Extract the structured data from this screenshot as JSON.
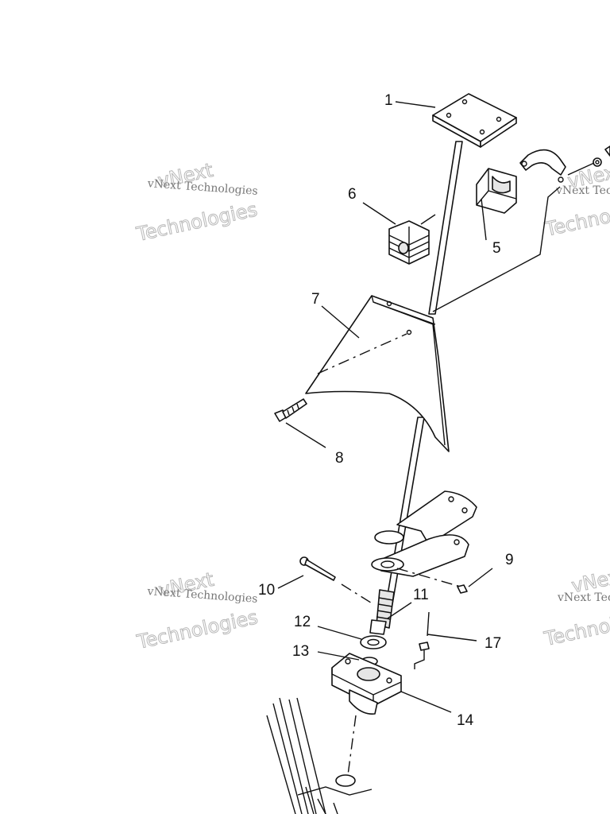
{
  "watermark": {
    "line1": "vNext",
    "line2": "vNext Technologies",
    "line3": "Technologies"
  },
  "callouts": [
    "1",
    "5",
    "6",
    "7",
    "8",
    "9",
    "10",
    "11",
    "12",
    "13",
    "14",
    "17"
  ]
}
